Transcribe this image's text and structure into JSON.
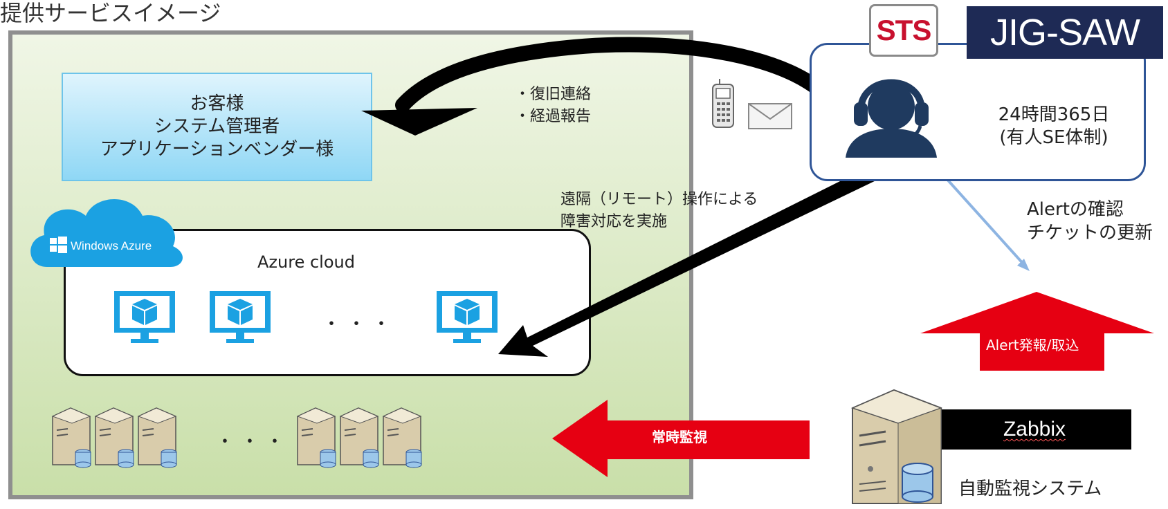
{
  "title": "提供サービスイメージ",
  "customer": {
    "line1": "お客様",
    "line2": "システム管理者",
    "line3": "アプリケーションベンダー様"
  },
  "notify_notes": {
    "line1": "・復旧連絡",
    "line2": "・経過報告"
  },
  "remote_notes": {
    "line1": "遠隔（リモート）操作による",
    "line2": "障害対応を実施"
  },
  "azure": {
    "badge": "Windows Azure",
    "label": "Azure cloud",
    "vm_icon": "monitor-cube-icon",
    "ellipsis": "・・・"
  },
  "servers": {
    "icon": "server-icon",
    "ellipsis": "・・・"
  },
  "monitoring_arrow": {
    "label": "常時監視",
    "color": "#e60012"
  },
  "logos": {
    "sts": "STS",
    "jigsaw": "JIG-SAW"
  },
  "support": {
    "line1": "24時間365日",
    "line2": "(有人SE体制)",
    "icon": "headset-operator-icon"
  },
  "alert_check": {
    "line1": "Alertの確認",
    "line2": "チケットの更新"
  },
  "alert_arrow": {
    "label": "Alert発報/取込",
    "color": "#e60012"
  },
  "zabbix": {
    "label": "Zabbix",
    "caption": "自動監視システム"
  },
  "colors": {
    "panel_border": "#8f8f8f",
    "customer_fill": "#8fd7f5",
    "azure_blue": "#1ba1e2",
    "support_border": "#2f5597",
    "link_arrow": "#8db4e2"
  }
}
